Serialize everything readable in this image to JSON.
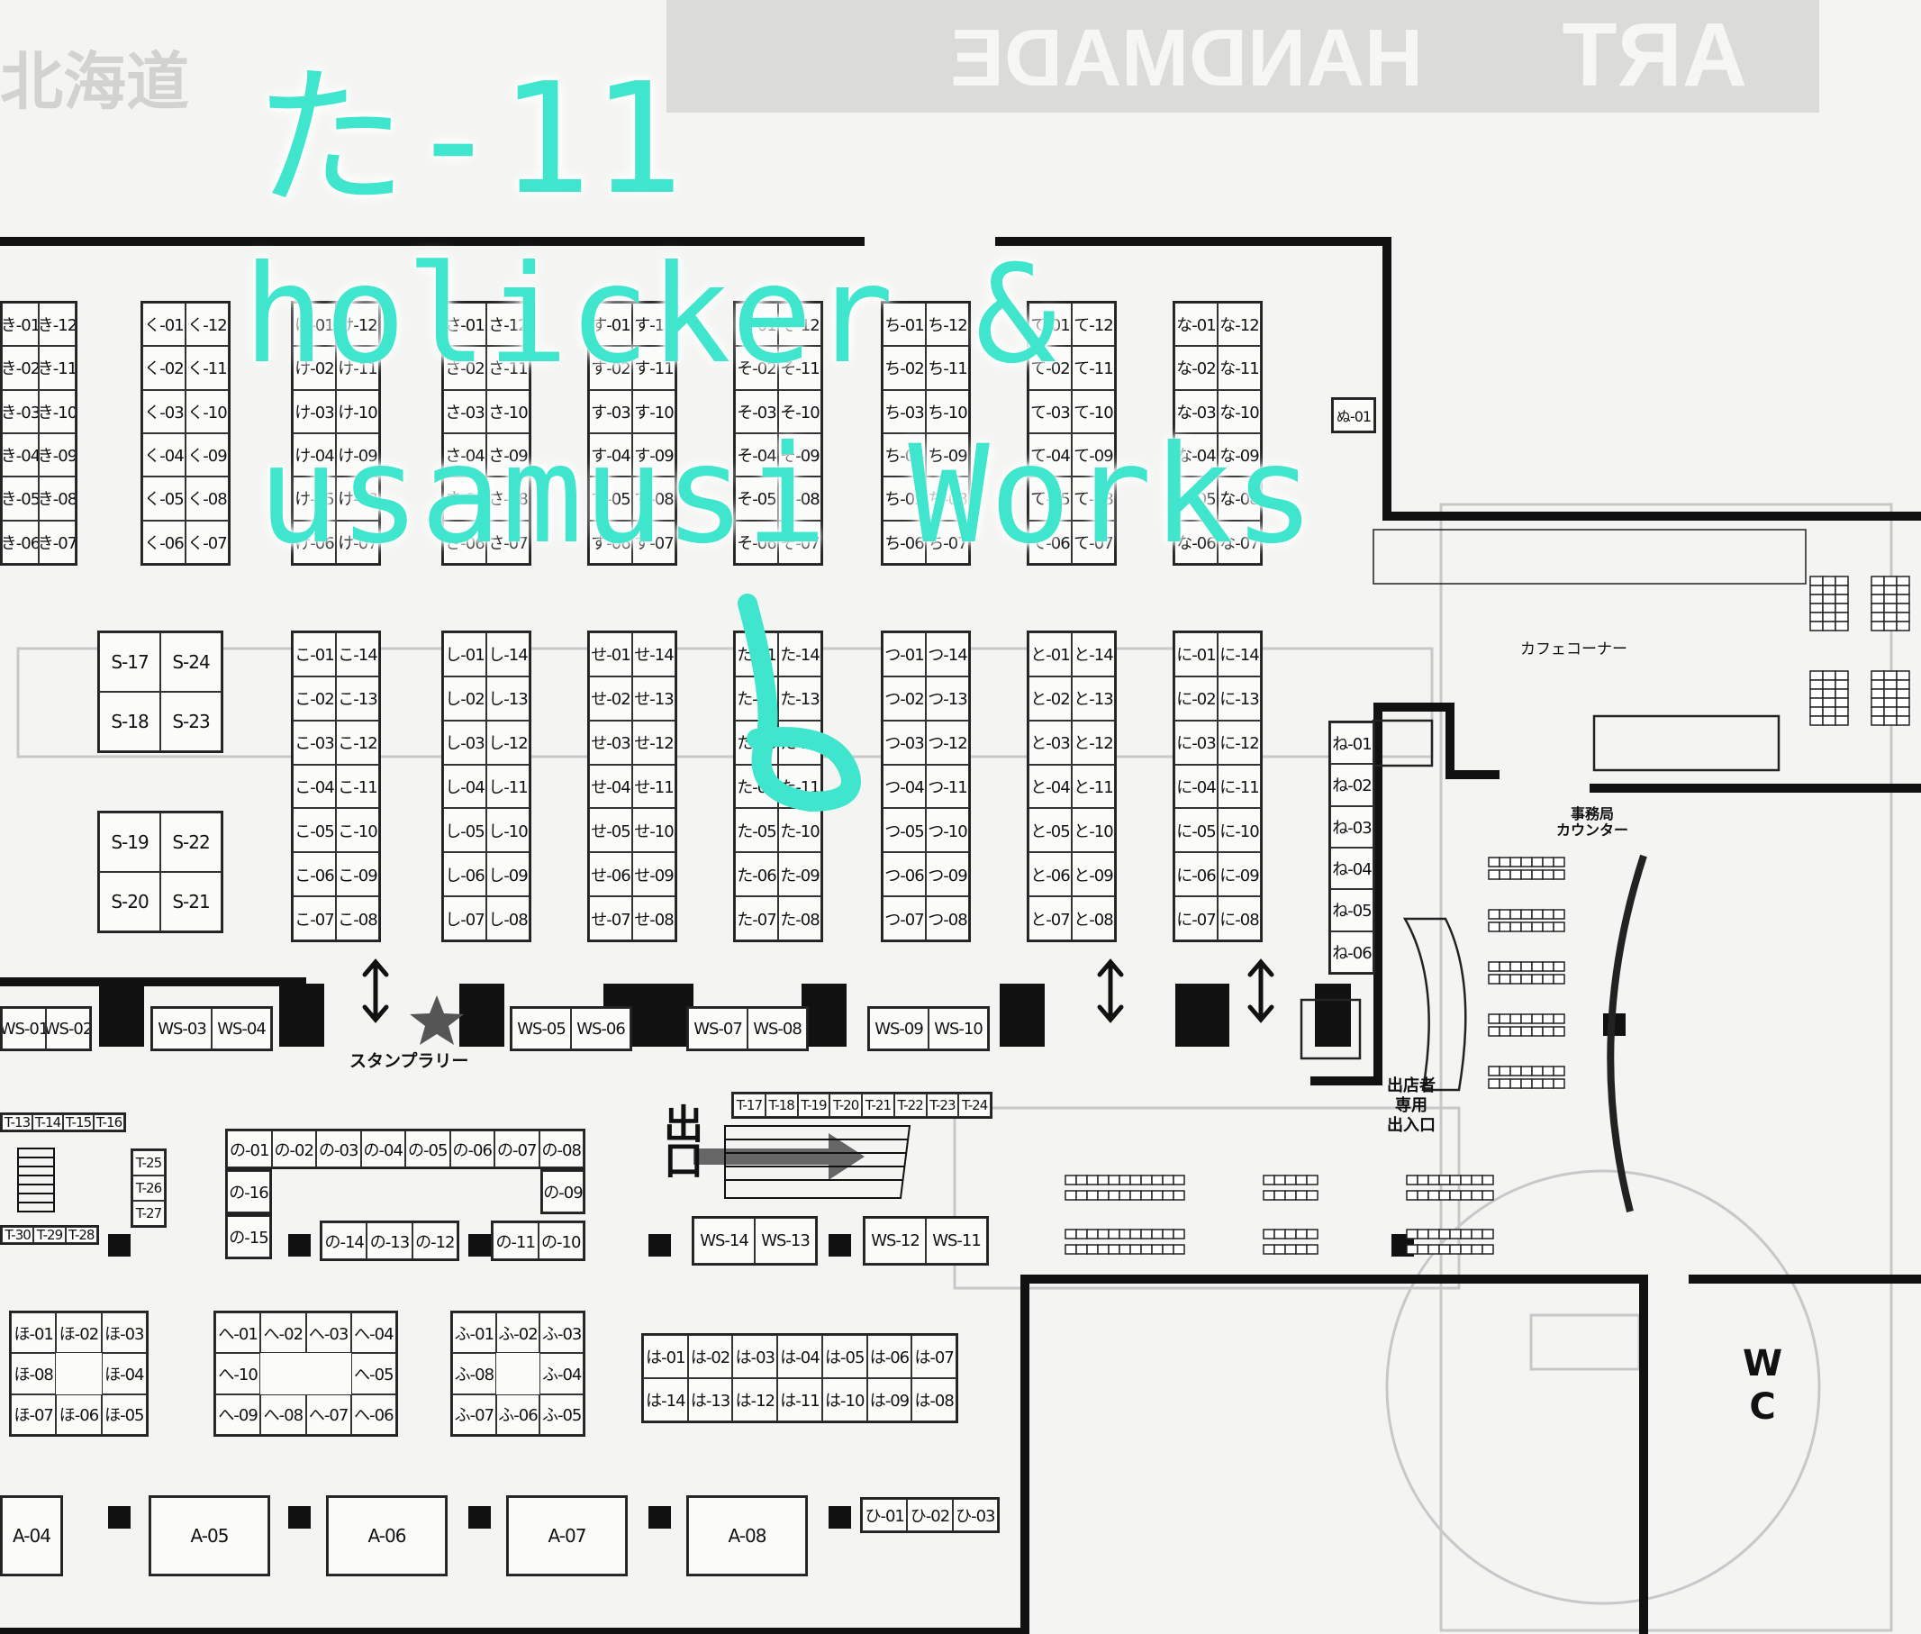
{
  "overlay": {
    "line1": "た-11",
    "line2": "holicker &",
    "line3": "usamusi Works",
    "color": "#3fe6cd"
  },
  "header_faded": {
    "a": "ART",
    "b": "HANDMADE",
    "c": "北海道"
  },
  "labels": {
    "cafe": "カフェコーナー",
    "office": "事務局\nカウンター",
    "stamp": "スタンプラリー",
    "exit": "出口",
    "staff_entrance": "出店者\n専用\n出入口",
    "wc": "W\nC"
  },
  "icons": {
    "stamp": "star-icon",
    "updown": "updown-arrow-icon",
    "exit": "right-arrow-icon",
    "stairs": "stairs-icon"
  },
  "blocks": [
    {
      "id": "ki",
      "cols": 2,
      "cells": [
        "き-01",
        "き-12",
        "き-02",
        "き-11",
        "き-03",
        "き-10",
        "き-04",
        "き-09",
        "き-05",
        "き-08",
        "き-06",
        "き-07"
      ]
    },
    {
      "id": "ku",
      "cols": 2,
      "cells": [
        "く-01",
        "く-12",
        "く-02",
        "く-11",
        "く-03",
        "く-10",
        "く-04",
        "く-09",
        "く-05",
        "く-08",
        "く-06",
        "く-07"
      ]
    },
    {
      "id": "ke",
      "cols": 2,
      "cells": [
        "け-01",
        "け-12",
        "け-02",
        "け-11",
        "け-03",
        "け-10",
        "け-04",
        "け-09",
        "け-05",
        "け-08",
        "け-06",
        "け-07"
      ]
    },
    {
      "id": "sa",
      "cols": 2,
      "cells": [
        "さ-01",
        "さ-12",
        "さ-02",
        "さ-11",
        "さ-03",
        "さ-10",
        "さ-04",
        "さ-09",
        "さ-05",
        "さ-08",
        "さ-06",
        "さ-07"
      ]
    },
    {
      "id": "su",
      "cols": 2,
      "cells": [
        "す-01",
        "す-12",
        "す-02",
        "す-11",
        "す-03",
        "す-10",
        "す-04",
        "す-09",
        "す-05",
        "す-08",
        "す-06",
        "す-07"
      ]
    },
    {
      "id": "so",
      "cols": 2,
      "cells": [
        "そ-01",
        "そ-12",
        "そ-02",
        "そ-11",
        "そ-03",
        "そ-10",
        "そ-04",
        "そ-09",
        "そ-05",
        "そ-08",
        "そ-06",
        "そ-07"
      ]
    },
    {
      "id": "chi",
      "cols": 2,
      "cells": [
        "ち-01",
        "ち-12",
        "ち-02",
        "ち-11",
        "ち-03",
        "ち-10",
        "ち-04",
        "ち-09",
        "ち-05",
        "ち-08",
        "ち-06",
        "ち-07"
      ]
    },
    {
      "id": "te",
      "cols": 2,
      "cells": [
        "て-01",
        "て-12",
        "て-02",
        "て-11",
        "て-03",
        "て-10",
        "て-04",
        "て-09",
        "て-05",
        "て-08",
        "て-06",
        "て-07"
      ]
    },
    {
      "id": "na",
      "cols": 2,
      "cells": [
        "な-01",
        "な-12",
        "な-02",
        "な-11",
        "な-03",
        "な-10",
        "な-04",
        "な-09",
        "な-05",
        "な-08",
        "な-06",
        "な-07"
      ]
    },
    {
      "id": "nu",
      "cols": 1,
      "cells": [
        "ぬ-01"
      ]
    },
    {
      "id": "s1",
      "cols": 2,
      "cells": [
        "S-17",
        "S-24",
        "S-18",
        "S-23"
      ]
    },
    {
      "id": "s2",
      "cols": 2,
      "cells": [
        "S-19",
        "S-22",
        "S-20",
        "S-21"
      ]
    },
    {
      "id": "ko",
      "cols": 2,
      "cells": [
        "こ-01",
        "こ-14",
        "こ-02",
        "こ-13",
        "こ-03",
        "こ-12",
        "こ-04",
        "こ-11",
        "こ-05",
        "こ-10",
        "こ-06",
        "こ-09",
        "こ-07",
        "こ-08"
      ]
    },
    {
      "id": "shi",
      "cols": 2,
      "cells": [
        "し-01",
        "し-14",
        "し-02",
        "し-13",
        "し-03",
        "し-12",
        "し-04",
        "し-11",
        "し-05",
        "し-10",
        "し-06",
        "し-09",
        "し-07",
        "し-08"
      ]
    },
    {
      "id": "se",
      "cols": 2,
      "cells": [
        "せ-01",
        "せ-14",
        "せ-02",
        "せ-13",
        "せ-03",
        "せ-12",
        "せ-04",
        "せ-11",
        "せ-05",
        "せ-10",
        "せ-06",
        "せ-09",
        "せ-07",
        "せ-08"
      ]
    },
    {
      "id": "ta",
      "cols": 2,
      "cells": [
        "た-01",
        "た-14",
        "た-02",
        "た-13",
        "た-03",
        "た-12",
        "た-04",
        "た-11",
        "た-05",
        "た-10",
        "た-06",
        "た-09",
        "た-07",
        "た-08"
      ]
    },
    {
      "id": "tsu",
      "cols": 2,
      "cells": [
        "つ-01",
        "つ-14",
        "つ-02",
        "つ-13",
        "つ-03",
        "つ-12",
        "つ-04",
        "つ-11",
        "つ-05",
        "つ-10",
        "つ-06",
        "つ-09",
        "つ-07",
        "つ-08"
      ]
    },
    {
      "id": "to",
      "cols": 2,
      "cells": [
        "と-01",
        "と-14",
        "と-02",
        "と-13",
        "と-03",
        "と-12",
        "と-04",
        "と-11",
        "と-05",
        "と-10",
        "と-06",
        "と-09",
        "と-07",
        "と-08"
      ]
    },
    {
      "id": "ni",
      "cols": 2,
      "cells": [
        "に-01",
        "に-14",
        "に-02",
        "に-13",
        "に-03",
        "に-12",
        "に-04",
        "に-11",
        "に-05",
        "に-10",
        "に-06",
        "に-09",
        "に-07",
        "に-08"
      ]
    },
    {
      "id": "ne",
      "cols": 1,
      "cells": [
        "ね-01",
        "ね-02",
        "ね-03",
        "ね-04",
        "ね-05",
        "ね-06"
      ]
    },
    {
      "id": "ws1",
      "cols": 2,
      "cells": [
        "WS-01",
        "WS-02"
      ]
    },
    {
      "id": "ws2",
      "cols": 2,
      "cells": [
        "WS-03",
        "WS-04"
      ]
    },
    {
      "id": "ws3",
      "cols": 2,
      "cells": [
        "WS-05",
        "WS-06"
      ]
    },
    {
      "id": "ws4",
      "cols": 2,
      "cells": [
        "WS-07",
        "WS-08"
      ]
    },
    {
      "id": "ws5",
      "cols": 2,
      "cells": [
        "WS-09",
        "WS-10"
      ]
    },
    {
      "id": "ws6",
      "cols": 2,
      "cells": [
        "WS-14",
        "WS-13"
      ]
    },
    {
      "id": "ws7",
      "cols": 2,
      "cells": [
        "WS-12",
        "WS-11"
      ]
    },
    {
      "id": "no_top",
      "cols": 8,
      "cells": [
        "の-01",
        "の-02",
        "の-03",
        "の-04",
        "の-05",
        "の-06",
        "の-07",
        "の-08"
      ]
    },
    {
      "id": "no_16",
      "cols": 1,
      "cells": [
        "の-16"
      ]
    },
    {
      "id": "no_15",
      "cols": 1,
      "cells": [
        "の-15"
      ]
    },
    {
      "id": "no_09",
      "cols": 1,
      "cells": [
        "の-09"
      ]
    },
    {
      "id": "no_mid",
      "cols": 3,
      "cells": [
        "の-14",
        "の-13",
        "の-12"
      ]
    },
    {
      "id": "no_end",
      "cols": 2,
      "cells": [
        "の-11",
        "の-10"
      ]
    },
    {
      "id": "t_row",
      "cols": 8,
      "cells": [
        "T-17",
        "T-18",
        "T-19",
        "T-20",
        "T-21",
        "T-22",
        "T-23",
        "T-24"
      ]
    },
    {
      "id": "t_left",
      "cols": 4,
      "cells": [
        "T-13",
        "T-14",
        "T-15",
        "T-16"
      ]
    },
    {
      "id": "t_side",
      "cols": 1,
      "cells": [
        "T-25",
        "T-26",
        "T-27"
      ]
    },
    {
      "id": "t_bot",
      "cols": 3,
      "cells": [
        "T-30",
        "T-29",
        "T-28"
      ]
    },
    {
      "id": "ho",
      "cols": 3,
      "cells": [
        "ほ-01",
        "ほ-02",
        "ほ-03",
        "ほ-08",
        "",
        "ほ-04",
        "ほ-07",
        "ほ-06",
        "ほ-05"
      ]
    },
    {
      "id": "he",
      "cols": 4,
      "cells": [
        "へ-01",
        "へ-02",
        "へ-03",
        "へ-04",
        "へ-10",
        "",
        "",
        "へ-05",
        "へ-09",
        "へ-08",
        "へ-07",
        "へ-06"
      ]
    },
    {
      "id": "fu",
      "cols": 3,
      "cells": [
        "ふ-01",
        "ふ-02",
        "ふ-03",
        "ふ-08",
        "",
        "ふ-04",
        "ふ-07",
        "ふ-06",
        "ふ-05"
      ]
    },
    {
      "id": "ha",
      "cols": 7,
      "cells": [
        "は-01",
        "は-02",
        "は-03",
        "は-04",
        "は-05",
        "は-06",
        "は-07",
        "は-14",
        "は-13",
        "は-12",
        "は-11",
        "は-10",
        "は-09",
        "は-08"
      ]
    },
    {
      "id": "a4",
      "cols": 1,
      "cells": [
        "A-04"
      ]
    },
    {
      "id": "a5",
      "cols": 1,
      "cells": [
        "A-05"
      ]
    },
    {
      "id": "a6",
      "cols": 1,
      "cells": [
        "A-06"
      ]
    },
    {
      "id": "a7",
      "cols": 1,
      "cells": [
        "A-07"
      ]
    },
    {
      "id": "a8",
      "cols": 1,
      "cells": [
        "A-08"
      ]
    },
    {
      "id": "hi",
      "cols": 3,
      "cells": [
        "ひ-01",
        "ひ-02",
        "ひ-03"
      ]
    }
  ]
}
